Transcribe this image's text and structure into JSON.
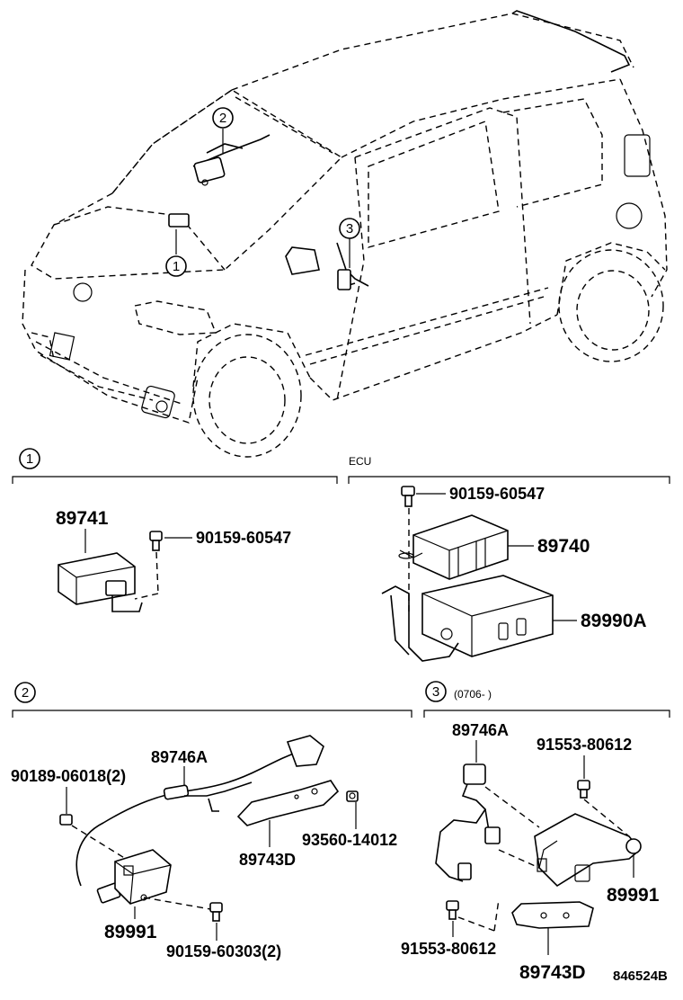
{
  "callouts": {
    "c1": "1",
    "c2": "2",
    "c3": "3"
  },
  "sections": {
    "s1": {
      "number": "1",
      "part_box": "89741",
      "bolt": "90159-60547"
    },
    "ecu": {
      "title": "ECU",
      "bolt": "90159-60547",
      "ecu_unit": "89740",
      "bracket_unit": "89990A"
    },
    "s2": {
      "number": "2",
      "clip": "90189-06018(2)",
      "harness": "89746A",
      "bracket": "89743D",
      "nut": "93560-14012",
      "sensor": "89991",
      "bolt": "90159-60303(2)"
    },
    "s3": {
      "number": "3",
      "date_range": "(0706-      )",
      "harness": "89746A",
      "bolt_top": "91553-80612",
      "sensor": "89991",
      "bolt_bottom": "91553-80612",
      "bracket": "89743D"
    }
  },
  "footer": {
    "ref_code": "846524B"
  }
}
